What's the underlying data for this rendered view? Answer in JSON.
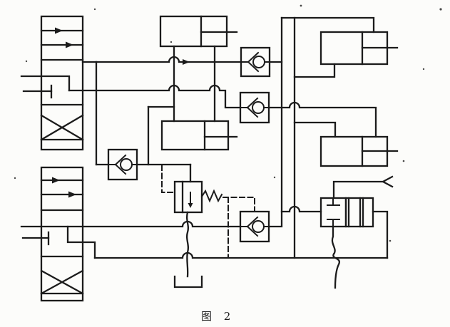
{
  "caption": "图 2",
  "colors": {
    "ink": "#1b1b1b",
    "paper": "#fcfcfa"
  },
  "figure": {
    "type": "hydraulic-circuit-diagram",
    "language": "zh",
    "components": [
      "stack-directional-valve-upper-left",
      "stack-directional-valve-lower-left",
      "cylinder-top-center",
      "cylinder-mid-center",
      "cylinder-top-right",
      "cylinder-bottom-right",
      "check-valve-1",
      "check-valve-2",
      "check-valve-3",
      "check-valve-4",
      "pilot-relief-valve-with-spring",
      "pilot-directional-valve",
      "tank-symbol",
      "plugged-port-upper",
      "plugged-port-lower"
    ]
  }
}
